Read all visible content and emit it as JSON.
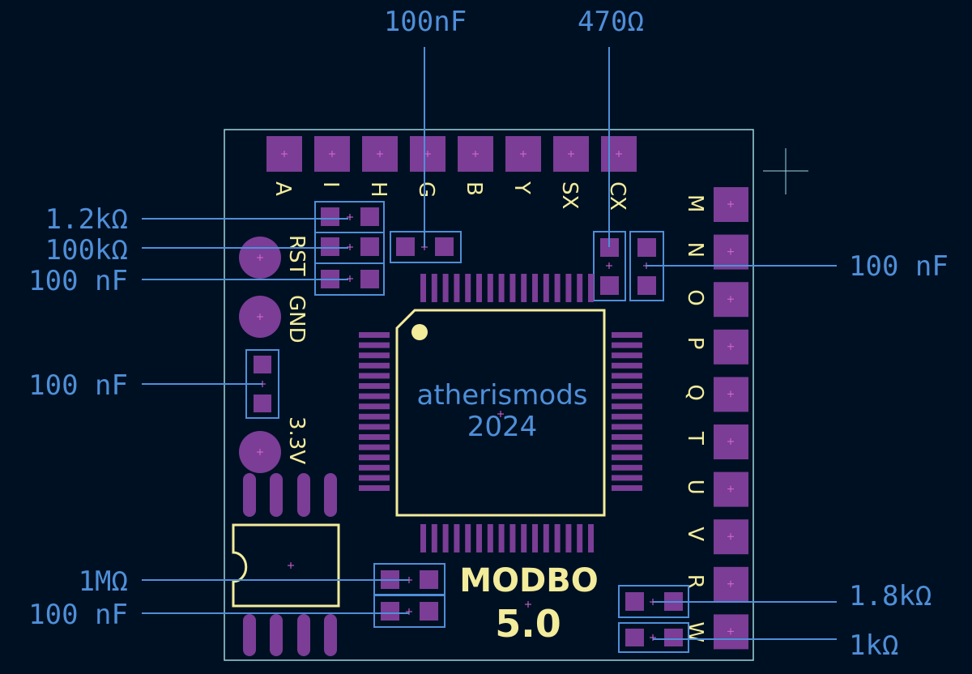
{
  "colors": {
    "background": "#001023",
    "board_outline": "#9ed6dc",
    "pad": "#7b3d96",
    "pad_cross": "#d968d9",
    "silkscreen": "#f2ec9b",
    "callout": "#4f8fd8",
    "chip_text": "#4f8fd8"
  },
  "callouts": {
    "top_cap": "100nF",
    "top_res": "470Ω",
    "left_r1": "1.2kΩ",
    "left_r2": "100kΩ",
    "left_c1": "100 nF",
    "left_c2": "100 nF",
    "right_c": "100 nF",
    "bottom_r": "1MΩ",
    "bottom_c": "100 nF",
    "right_r1": "1.8kΩ",
    "right_r2": "1kΩ"
  },
  "top_pins": [
    "A",
    "I",
    "H",
    "G",
    "B",
    "Y",
    "SX",
    "CX"
  ],
  "right_pins": [
    "M",
    "N",
    "O",
    "P",
    "Q",
    "T",
    "U",
    "V",
    "R",
    "W"
  ],
  "side_labels": {
    "rst": "RST",
    "gnd": "GND",
    "v33": "3.3V"
  },
  "chip": {
    "line1": "atherismods",
    "line2": "2024"
  },
  "logo": {
    "name": "MODBO",
    "version": "5.0"
  },
  "icons": [
    "pad-cross-icon",
    "pin1-dot-icon",
    "crosshair-icon"
  ]
}
